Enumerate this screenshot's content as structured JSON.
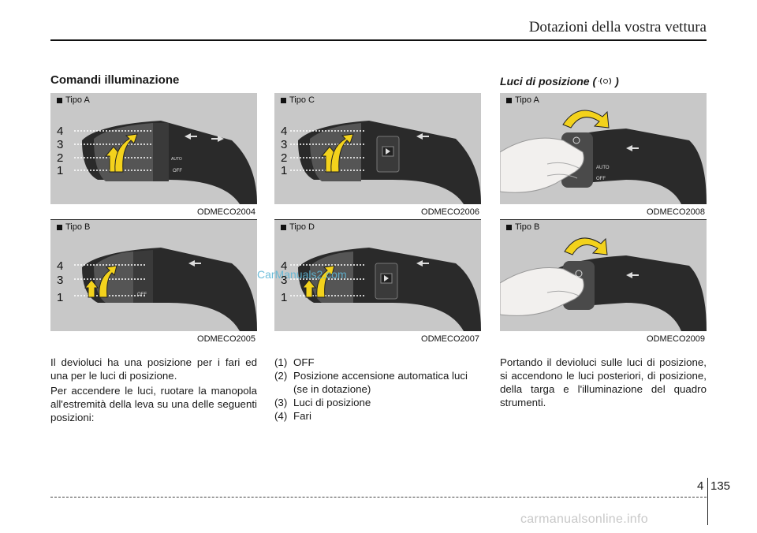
{
  "header": {
    "title": "Dotazioni della vostra vettura"
  },
  "section": {
    "title": "Comandi illuminazione",
    "position_lights_title": "Luci di posizione (",
    "position_lights_title_end": ")"
  },
  "figures": {
    "tipo_a": {
      "label": "Tipo A",
      "code": "ODMECO2004",
      "numbers": [
        "4",
        "3",
        "2",
        "1"
      ]
    },
    "tipo_b": {
      "label": "Tipo B",
      "code": "ODMECO2005",
      "numbers": [
        "4",
        "3",
        "1"
      ]
    },
    "tipo_c": {
      "label": "Tipo C",
      "code": "ODMECO2006",
      "numbers": [
        "4",
        "3",
        "2",
        "1"
      ]
    },
    "tipo_d": {
      "label": "Tipo D",
      "code": "ODMECO2007",
      "numbers": [
        "4",
        "3",
        "1"
      ]
    },
    "pos_a": {
      "label": "Tipo A",
      "code": "ODMECO2008"
    },
    "pos_b": {
      "label": "Tipo B",
      "code": "ODMECO2009"
    },
    "stalk_text": {
      "off": "OFF",
      "auto": "AUTO"
    }
  },
  "body": {
    "left_p1": "Il devioluci ha una posizione per i fari ed una per le luci di posizione.",
    "left_p2": "Per accendere le luci, ruotare la manopola all'estremità della leva su una delle seguenti posizioni:",
    "list": [
      {
        "num": "(1)",
        "text": "OFF"
      },
      {
        "num": "(2)",
        "text": "Posizione accensione automatica luci (se in dotazione)"
      },
      {
        "num": "(3)",
        "text": "Luci di posizione"
      },
      {
        "num": "(4)",
        "text": "Fari"
      }
    ],
    "right_p1": "Portando il devioluci sulle luci di posizione, si accendono le luci posteriori, di posizione, della targa e l'illuminazione del quadro strumenti."
  },
  "watermark": "CarManuals2.com",
  "footer": {
    "chapter": "4",
    "page": "135",
    "site_watermark": "carmanualsonline.info"
  }
}
